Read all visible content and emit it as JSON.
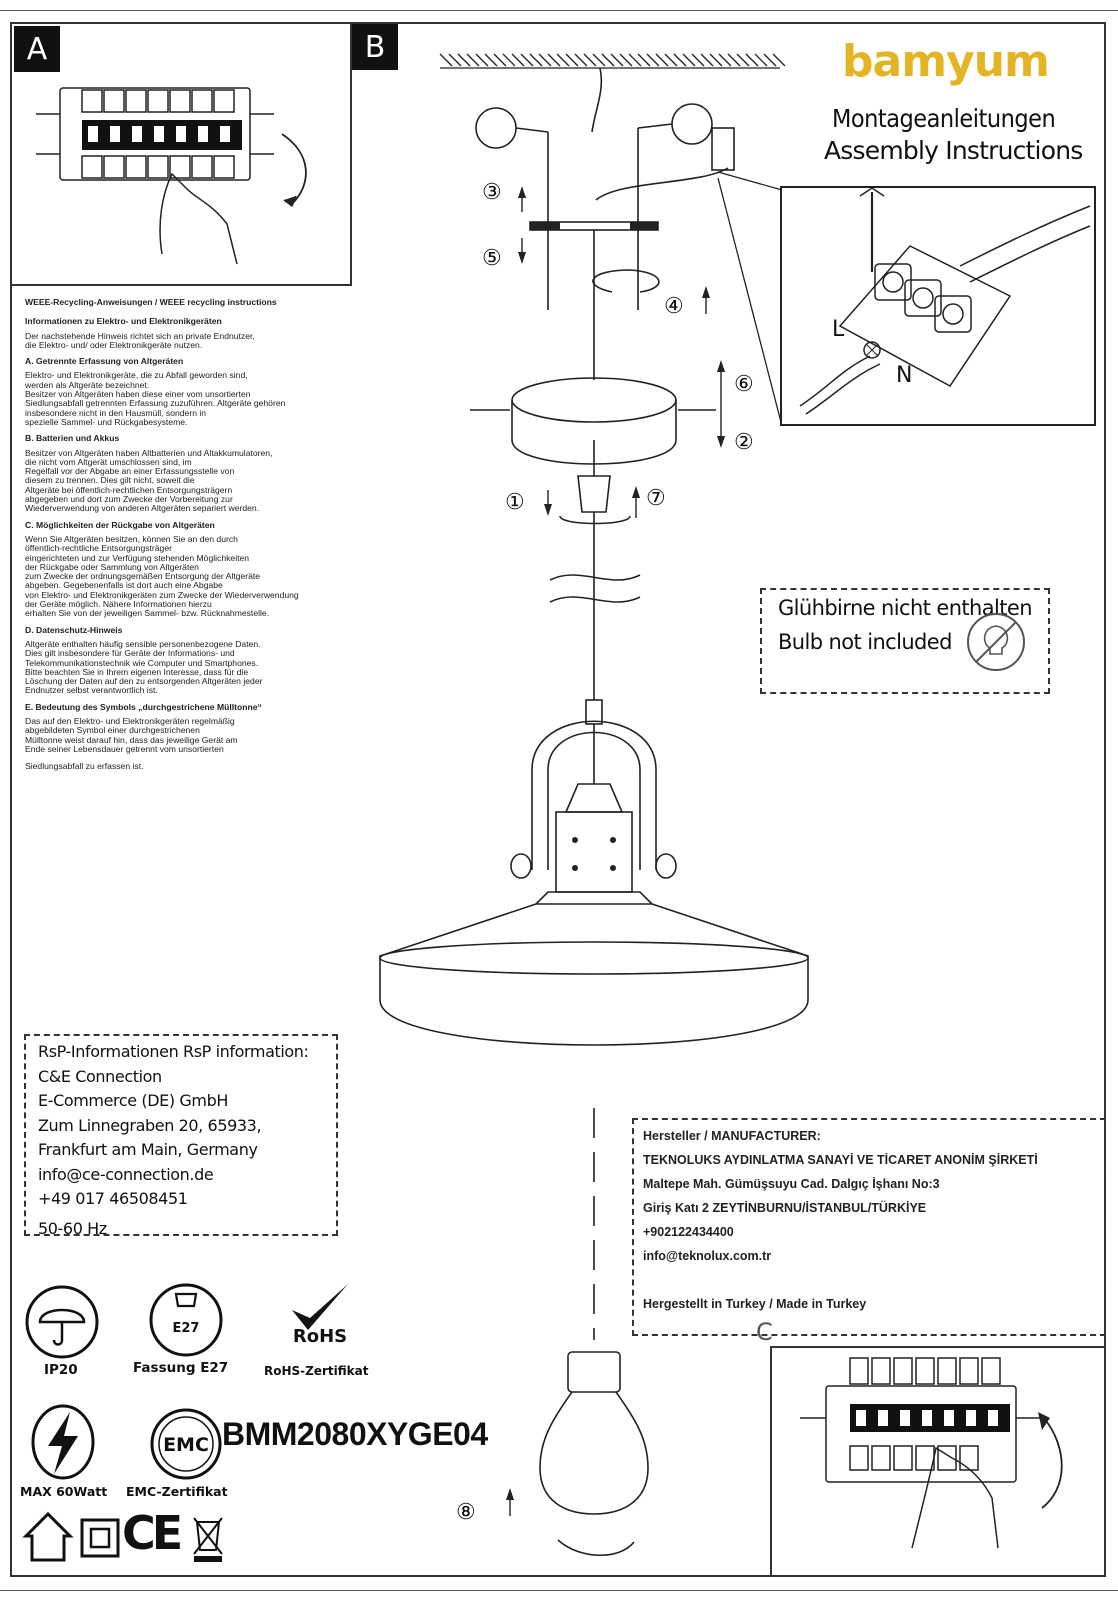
{
  "header": {
    "brand": "bamyum",
    "title_de": "Montageanleitungen",
    "title_en": "Assembly Instructions"
  },
  "panels": {
    "a_label": "A",
    "b_label": "B",
    "c_label": "C"
  },
  "steps": [
    "①",
    "②",
    "③",
    "④",
    "⑤",
    "⑥",
    "⑦",
    "⑧"
  ],
  "wiring_labels": {
    "live": "L",
    "neutral": "N"
  },
  "weee": {
    "title": "WEEE-Recycling-Anweisungen / WEEE recycling instructions",
    "subtitle": "Informationen zu Elektro- und Elektronikgeräten",
    "intro": "Der nachstehende Hinweis richtet sich an private Endnutzer,\n die Elektro- und/ oder Elektronikgeräte nutzen.",
    "a_heading": "A. Getrennte Erfassung von Altgeräten",
    "a_text": "Elektro- und Elektronikgeräte, die zu Abfall geworden sind,\n werden als Altgeräte bezeichnet.\nBesitzer von Altgeräten haben diese einer vom unsortierten\nSiedlungsabfall getrennten Erfassung zuzuführen. Altgeräte gehören\ninsbesondere nicht in den Hausmüll, sondern in\nspezielle Sammel- und Rückgabesysteme.",
    "b_heading": "B. Batterien und Akkus",
    "b_text": "Besitzer von Altgeräten haben Altbatterien und Altakkumulatoren,\n die nicht vom Altgerät umschlossen sind, im\nRegelfall vor der Abgabe an einer Erfassungsstelle von\ndiesem zu trennen. Dies gilt nicht, soweit die\nAltgeräte bei öffentlich-rechtlichen Entsorgungsträgern\nabgegeben und dort zum Zwecke der Vorbereitung zur\nWiederverwendung von anderen Altgeräten separiert werden.",
    "c_heading": "C. Möglichkeiten der Rückgabe von Altgeräten",
    "c_text": "Wenn Sie Altgeräten besitzen, können Sie an den durch\nöffentlich-rechtliche Entsorgungsträger\neingerichteten und zur Verfügung stehenden Möglichkeiten\nder Rückgabe oder Sammlung von Altgeräten\n zum Zwecke der ordnungsgemäßen Entsorgung der Altgeräte\nabgeben. Gegebenenfalls ist dort auch eine Abgabe\n von Elektro- und Elektronikgeräten zum Zwecke der Wiederverwendung\nder Geräte möglich. Nähere Informationen hierzu\nerhalten Sie von der jeweiligen Sammel- bzw. Rücknahmestelle.",
    "d_heading": "D. Datenschutz-Hinweis",
    "d_text": "Altgeräte enthalten häufig sensible personenbezogene Daten.\nDies gilt insbesondere für Geräte der Informations- und\nTelekommunikationstechnik wie Computer und Smartphones.\n Bitte beachten Sie in Ihrem eigenen Interesse, dass für die\nLöschung der Daten auf den zu entsorgenden Altgeräten jeder\nEndnutzer selbst verantwortlich ist.",
    "e_heading": "E. Bedeutung des Symbols „durchgestrichene Mülltonne“",
    "e_text": "Das auf den Elektro- und Elektronikgeräten regelmäßig\n abgebildeten Symbol einer durchgestrichenen\nMülltonne weist darauf hin, dass das jeweilige Gerät am\nEnde seiner Lebensdauer getrennt vom unsortierten",
    "e_text2": "Siedlungsabfall zu erfassen ist."
  },
  "bulb_notice": {
    "de": "Glühbirne nicht enthalten",
    "en": "Bulb not included"
  },
  "rsp": {
    "line1": "RsP-Informationen RsP information:",
    "line2": "C&E Connection",
    "line3": "E-Commerce (DE) GmbH",
    "line4": "Zum Linnegraben 20, 65933,",
    "line5": "Frankfurt am Main, Germany",
    "line6": "info@ce-connection.de",
    "line7": "+49 017 46508451",
    "line8": "50-60 Hz"
  },
  "manufacturer": {
    "line1": "Hersteller / MANUFACTURER:",
    "line2": "TEKNOLUKS AYDINLATMA SANAYİ VE TİCARET ANONİM ŞİRKETİ",
    "line3": "Maltepe Mah. Gümüşsuyu Cad. Dalgıç İşhanı No:3",
    "line4": "Giriş Katı 2 ZEYTİNBURNU/İSTANBUL/TÜRKİYE",
    "line5": "+902122434400",
    "line6": "info@teknolux.com.tr",
    "line7": "Hergestellt in Turkey / Made in Turkey"
  },
  "icons": {
    "ip_label": "IP20",
    "socket_inner": "E27",
    "socket_label": "Fassung E27",
    "rohs_mark": "RoHS",
    "rohs_label": "RoHS-Zertifikat",
    "watt_label": "MAX 60Watt",
    "emc_inner": "EMC",
    "emc_label": "EMC-Zertifikat",
    "ce_mark": "CE"
  },
  "model": "BMM2080XYGE04",
  "colors": {
    "brand": "#e3b424",
    "ink": "#111111",
    "lamp": "#ffffff"
  }
}
